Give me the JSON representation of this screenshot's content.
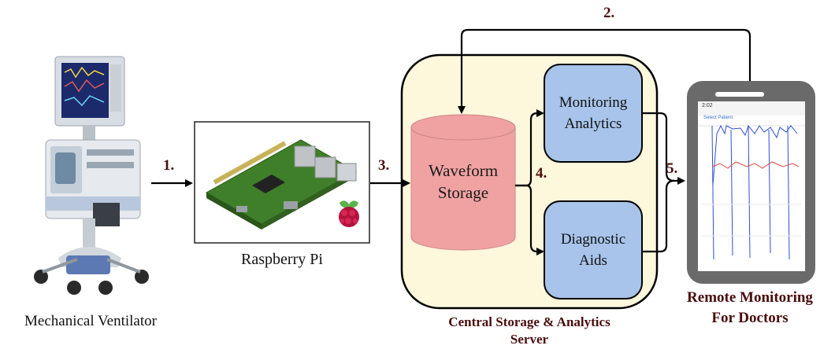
{
  "nodes": {
    "ventilator": {
      "label": "Mechanical Ventilator"
    },
    "raspberry_pi": {
      "label": "Raspberry Pi"
    },
    "server": {
      "label_line1": "Central Storage & Analytics",
      "label_line2": "Server"
    },
    "waveform_storage": {
      "line1": "Waveform",
      "line2": "Storage"
    },
    "monitoring_analytics": {
      "line1": "Monitoring",
      "line2": "Analytics"
    },
    "diagnostic_aids": {
      "line1": "Diagnostic",
      "line2": "Aids"
    },
    "phone": {
      "label_line1": "Remote Monitoring",
      "label_line2": "For Doctors",
      "screen_time": "2:02",
      "screen_header": "Select Patient"
    }
  },
  "steps": [
    "1.",
    "2.",
    "3.",
    "4.",
    "5."
  ],
  "colors": {
    "server_bg": "#fdf7dc",
    "storage_fill": "#f0a2a2",
    "box_fill": "#a8c4ea",
    "label_accent": "#4a0d0d",
    "phone_body": "#6a6a6a",
    "pcb_green": "#3f7f2a",
    "raspberry_red": "#b3123c"
  }
}
